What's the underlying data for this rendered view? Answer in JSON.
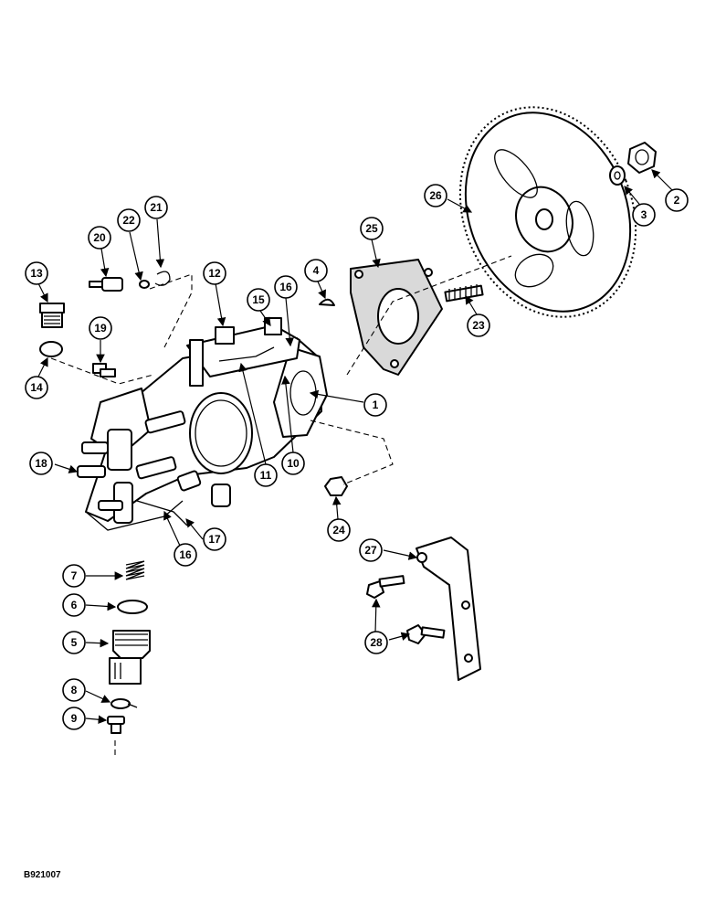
{
  "figure_code": "B921007",
  "callouts": [
    "1",
    "2",
    "3",
    "4",
    "5",
    "6",
    "7",
    "8",
    "9",
    "10",
    "11",
    "12",
    "13",
    "14",
    "15",
    "16",
    "16",
    "17",
    "18",
    "19",
    "20",
    "21",
    "22",
    "23",
    "24",
    "25",
    "26",
    "27",
    "28"
  ],
  "colors": {
    "ink": "#000000",
    "paper": "#ffffff"
  }
}
